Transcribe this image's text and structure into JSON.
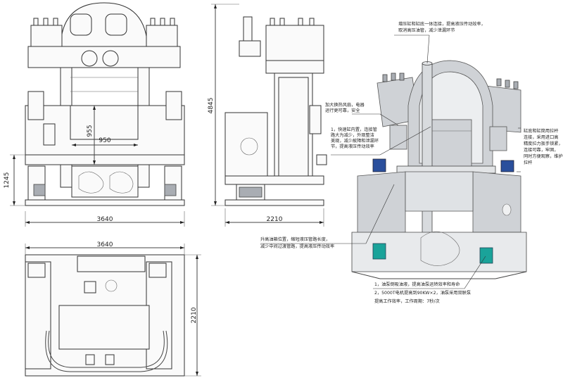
{
  "dimensions": {
    "front_width": "3640",
    "front_height_lower": "1245",
    "inner_height": "955",
    "inner_width": "950",
    "total_height": "4845",
    "side_depth": "2210",
    "plan_width": "3640",
    "plan_depth": "2210"
  },
  "notes": [
    {
      "lines": [
        "增压缸和缸底一体连接，提高液压传动效率，",
        "取消高压油管，减少泄漏环节"
      ]
    },
    {
      "lines": [
        "加大换热风扇，电器",
        "运行更可靠，安全"
      ]
    },
    {
      "lines": [
        "1，快速缸内置，连接管",
        "路大为减少，外观整洁",
        "美观，减少故障和泄漏环",
        "节，提高液压传动效率"
      ]
    },
    {
      "lines": [
        "缸底和缸筒用拉杆",
        "连接，采用进口高",
        "精度拉力扳手锁紧，",
        "连接可靠，牢固，",
        "同时方便观察，维护",
        "拉杆"
      ]
    },
    {
      "lines": [
        "升高油箱位置，缩短液压管路长度，",
        "减少中间过渡管路，提高液压传动效率"
      ]
    },
    {
      "lines": [
        "1，油泵倒吸油液，提高油泵运转效率和寿命",
        "2，5000T电机提高到90KW×2，油泵采用双联泵",
        "提高工作效率，工作周期：7秒/次"
      ]
    }
  ],
  "colors": {
    "machine_gray": "#cfd2d6",
    "motor_teal": "#1aa39a",
    "motor_blue": "#2a4f9c"
  }
}
